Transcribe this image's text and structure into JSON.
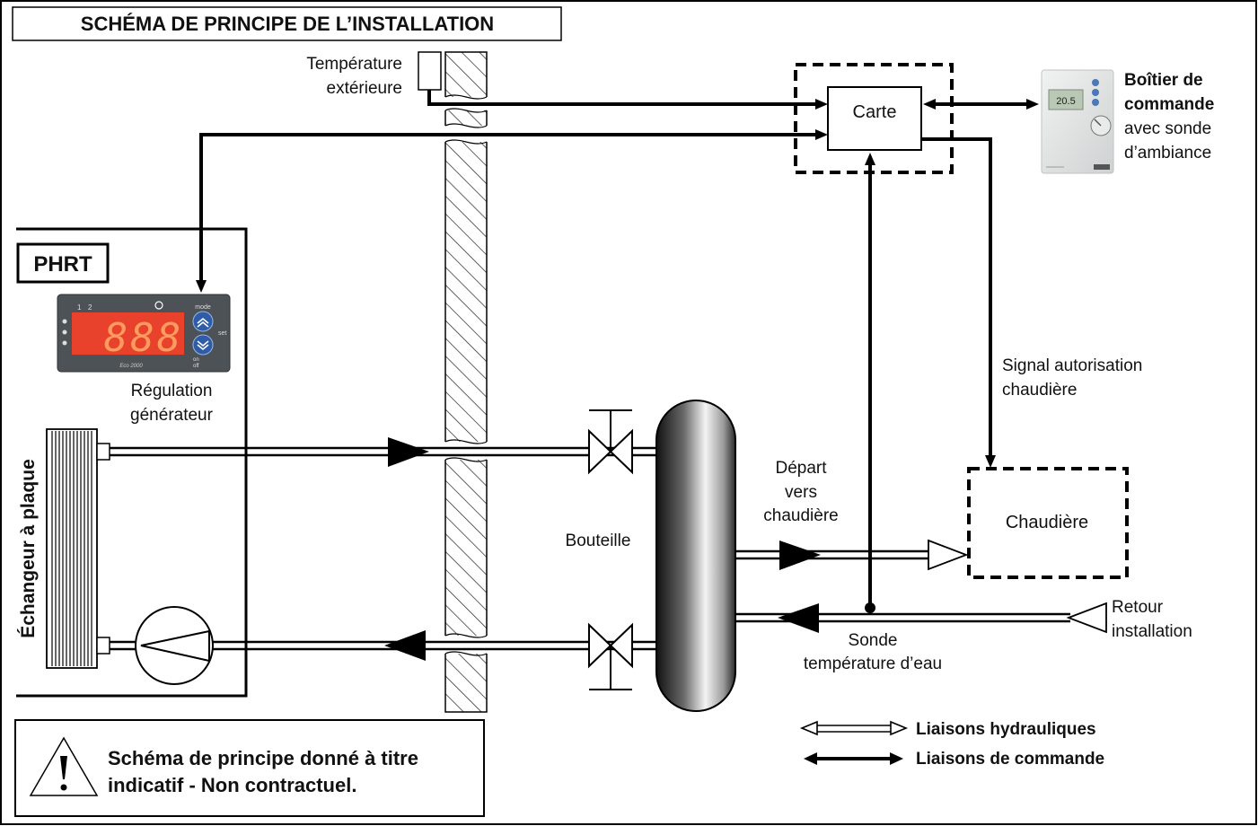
{
  "title": "SCHÉMA DE PRINCIPE DE L’INSTALLATION",
  "labels": {
    "outdoor_temp": [
      "Température",
      "extérieure"
    ],
    "carte": "Carte",
    "control_box_bold": [
      "Boîtier de",
      "commande"
    ],
    "control_box_rest": [
      "avec sonde",
      "d’ambiance"
    ],
    "phrt": "PHRT",
    "regulation": [
      "Régulation",
      "générateur"
    ],
    "signal": [
      "Signal autorisation",
      "chaudière"
    ],
    "depart": [
      "Départ",
      "vers",
      "chaudière"
    ],
    "chaudiere": "Chaudière",
    "bouteille": "Bouteille",
    "retour": [
      "Retour",
      "installation"
    ],
    "sonde": [
      "Sonde",
      "température d’eau"
    ],
    "echangeur": "Échangeur à plaque",
    "warning": [
      "Schéma de principe donné à titre",
      "indicatif - Non contractuel."
    ]
  },
  "legend": {
    "hydraulic": "Liaisons hydrauliques",
    "control": "Liaisons de commande"
  },
  "controller": {
    "display": "888",
    "indicators": [
      "1",
      "2",
      "mode",
      "set",
      "on",
      "off"
    ],
    "brand": "Eco 2000"
  },
  "thermostat": {
    "display": "20.5"
  },
  "colors": {
    "display_red": "#e8412c",
    "display_digit": "#ff9b5e",
    "button_blue": "#2f5ca8",
    "housing": "#4d5257",
    "thermostat_body": "#e4e6e6"
  }
}
